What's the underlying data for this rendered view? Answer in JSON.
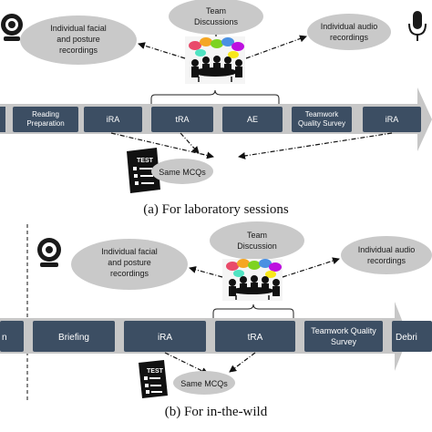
{
  "lab": {
    "team_discussions": [
      "Team",
      "Discussions"
    ],
    "facial": [
      "Individual facial",
      "and posture",
      "recordings"
    ],
    "audio": [
      "Individual audio",
      "recordings"
    ],
    "steps": [
      {
        "lines": [
          "Reading",
          "Preparation"
        ]
      },
      {
        "lines": [
          "iRA"
        ]
      },
      {
        "lines": [
          "tRA"
        ]
      },
      {
        "lines": [
          "AE"
        ]
      },
      {
        "lines": [
          "Teamwork",
          "Quality Survey"
        ]
      },
      {
        "lines": [
          "iRA"
        ]
      }
    ],
    "same_mcqs": "Same MCQs",
    "test_label": "TEST",
    "caption": "(a) For laboratory sessions"
  },
  "wild": {
    "team_discussion": [
      "Team",
      "Discussion"
    ],
    "facial": [
      "Individual facial",
      "and posture",
      "recordings"
    ],
    "audio": [
      "Individual audio",
      "recordings"
    ],
    "steps": [
      {
        "lines": [
          "n"
        ]
      },
      {
        "lines": [
          "Briefing"
        ]
      },
      {
        "lines": [
          "iRA"
        ]
      },
      {
        "lines": [
          "tRA"
        ]
      },
      {
        "lines": [
          "Teamwork Quality",
          "Survey"
        ]
      },
      {
        "lines": [
          "Debri"
        ]
      }
    ],
    "same_mcqs": "Same MCQs",
    "test_label": "TEST",
    "caption": "(b) For in-the-wild"
  },
  "colors": {
    "box": "#3c4e63",
    "arrow": "#c7c7c7",
    "ellipse": "#c9c9c9"
  }
}
